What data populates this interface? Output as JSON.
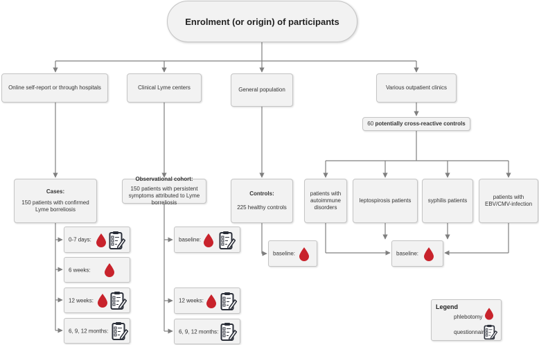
{
  "title": "Enrolment (or origin) of participants",
  "origins": {
    "online": "Online self-report or through hospitals",
    "clinical": "Clinical Lyme centers",
    "general": "General population",
    "outpatient": "Various outpatient clinics"
  },
  "cross_reactive": {
    "count": "60",
    "label": "potentially cross-reactive controls"
  },
  "groups": {
    "cases": {
      "title": "Cases:",
      "desc": "150 patients with confirmed Lyme borreliosis"
    },
    "observational": {
      "title": "Observational cohort:",
      "desc": "150 patients with persistent symptoms attributed to Lyme borreliosis"
    },
    "controls": {
      "title": "Controls:",
      "desc": "225 healthy controls"
    }
  },
  "subgroups": {
    "autoimmune": "patients with autoimmune disorders",
    "leptospirosis": "leptospirosis patients",
    "syphilis": "syphilis patients",
    "ebv": "patients with EBV/CMV-infection"
  },
  "timepoints": {
    "cases": [
      "0-7 days:",
      "6 weeks:",
      "12 weeks:",
      "6, 9, 12 months:"
    ],
    "observational": [
      "baseline:",
      "12 weeks:",
      "6, 9, 12 months:"
    ],
    "controls": [
      "baseline:"
    ],
    "cross_reactive": [
      "baseline:"
    ]
  },
  "legend": {
    "title": "Legend",
    "phlebotomy": "phlebotomy",
    "questionnaire": "questionnaire"
  },
  "colors": {
    "blood": "#c8232c",
    "box_fill": "#f2f2f2",
    "box_border": "#c4c4c4",
    "line": "#7f7f7f",
    "icon_dark": "#2a2e38"
  },
  "icons": [
    "blood-drop-icon",
    "clipboard-questionnaire-icon"
  ]
}
